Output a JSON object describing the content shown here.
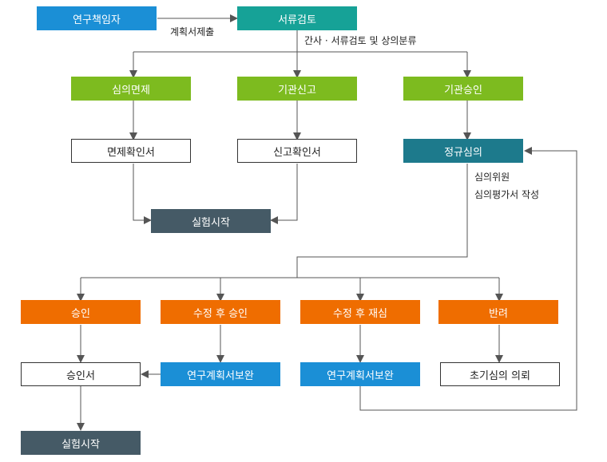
{
  "nodes": {
    "researcher": "연구책임자",
    "doc_review": "서류검토",
    "exempt": "심의면제",
    "report": "기관신고",
    "approval_inst": "기관승인",
    "exempt_cert": "면제확인서",
    "report_cert": "신고확인서",
    "regular_review": "정규심의",
    "start_top": "실험시작",
    "approve": "승인",
    "approve_after_mod": "수정 후 승인",
    "rereview_after_mod": "수정 후 재심",
    "reject": "반려",
    "approval_cert": "승인서",
    "plan_supplement_1": "연구계획서보완",
    "plan_supplement_2": "연구계획서보완",
    "initial_review_request": "초기심의 의뢰",
    "start_bottom": "실험시작"
  },
  "labels": {
    "submit_plan": "계획서제출",
    "secretary_review": "간사 · 서류검토 및 상의분류",
    "committee": "심의위원",
    "evaluation": "심의평가서 작성"
  },
  "colors": {
    "blue": "#1b8fd6",
    "teal": "#16a297",
    "green": "#7dbb1f",
    "dark_teal": "#1d7a8c",
    "slate": "#455a66",
    "orange": "#ef6d00",
    "line": "#555555"
  }
}
